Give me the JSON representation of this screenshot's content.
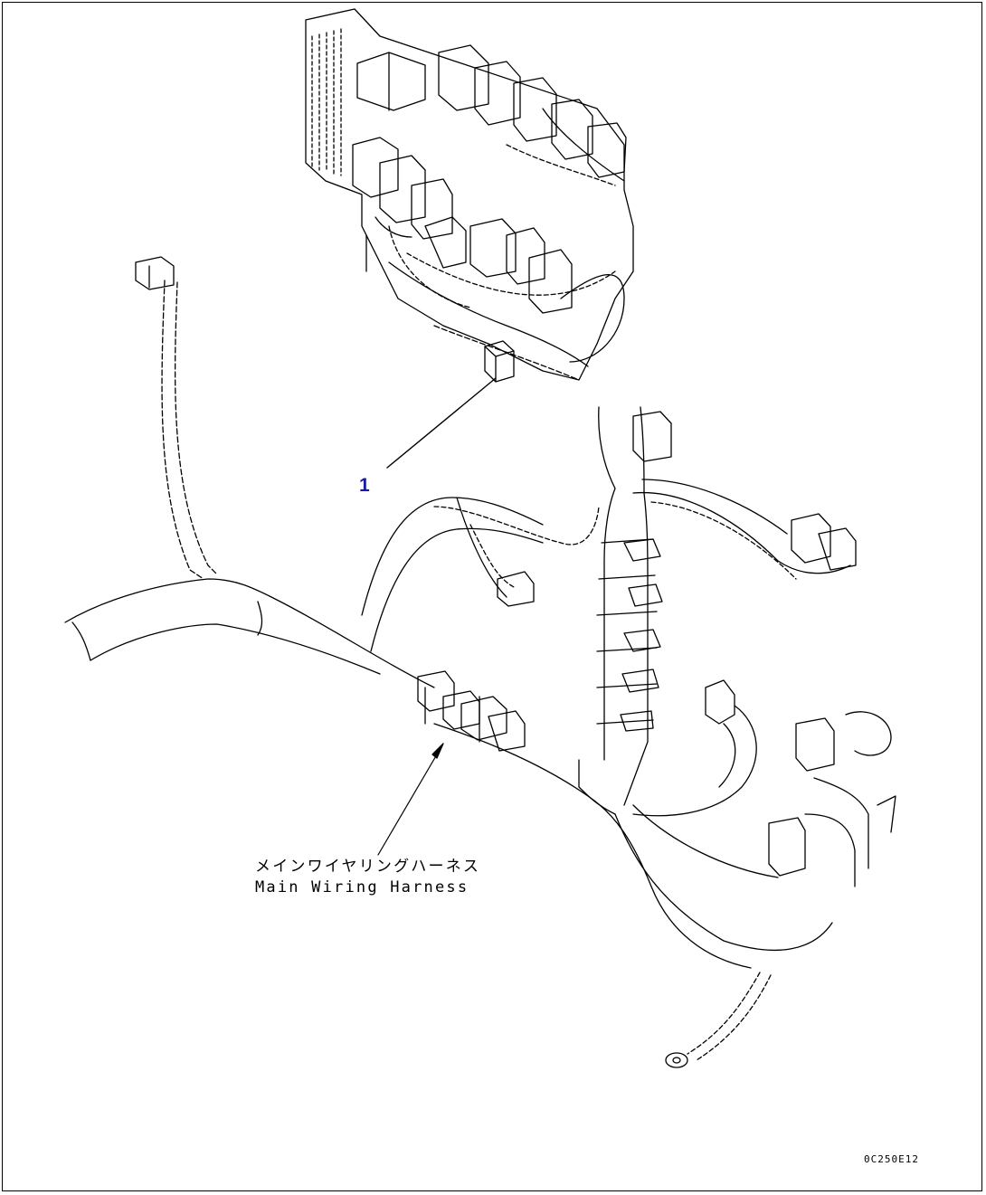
{
  "callout": {
    "number": "1",
    "color": "#1a1aa6"
  },
  "harness_label": {
    "japanese": "メインワイヤリングハーネス",
    "english": "Main Wiring Harness"
  },
  "drawing_code": "0C250E12"
}
